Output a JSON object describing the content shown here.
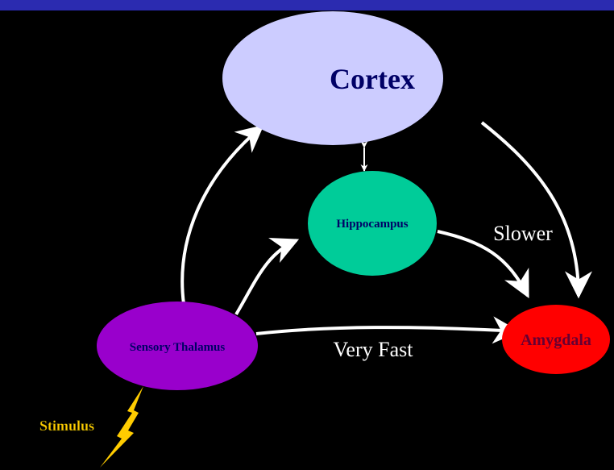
{
  "nodes": {
    "cortex": {
      "label": "Cortex",
      "color": "#ccccff"
    },
    "hippocampus": {
      "label": "Hippocampus",
      "color": "#00cc99"
    },
    "thalamus": {
      "label": "Sensory Thalamus",
      "color": "#9900cc"
    },
    "amygdala": {
      "label": "Amygdala",
      "color": "#ff0000"
    }
  },
  "edge_labels": {
    "slower": "Slower",
    "very_fast": "Very Fast"
  },
  "stimulus": {
    "label": "Stimulus",
    "color": "#ffcc00"
  },
  "colors": {
    "background": "#000000",
    "top_bar": "#2b2bb0",
    "arrow": "#ffffff",
    "node_text": "#000066",
    "amygdala_text": "#660033"
  }
}
